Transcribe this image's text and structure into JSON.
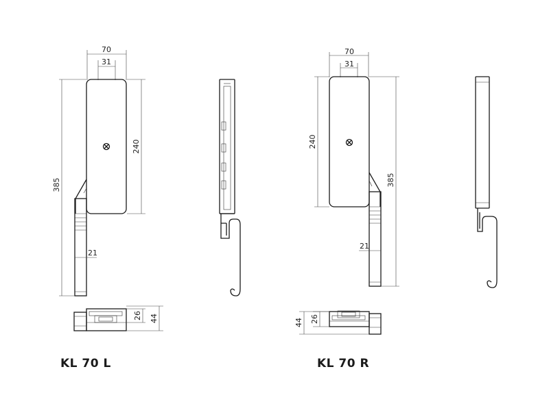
{
  "left": {
    "model_label": "KL 70 L",
    "dims": {
      "width_total": "70",
      "width_inner": "31",
      "height_body": "240",
      "height_total": "385",
      "rod_width": "21",
      "depth_inner": "26",
      "depth_total": "44"
    }
  },
  "right": {
    "model_label": "KL 70 R",
    "dims": {
      "width_total": "70",
      "width_inner": "31",
      "height_body": "240",
      "height_total": "385",
      "rod_width": "21",
      "depth_inner": "26",
      "depth_total": "44"
    }
  },
  "colors": {
    "line": "#1a1a1a",
    "background": "#ffffff"
  },
  "icons": {
    "screw": "screw-icon"
  }
}
